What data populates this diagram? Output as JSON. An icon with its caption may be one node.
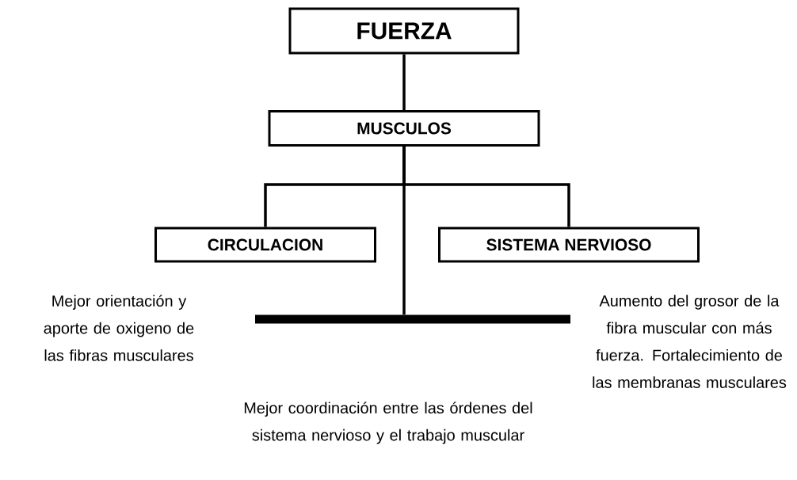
{
  "diagram": {
    "nodes": [
      {
        "text": [
          "FUERZA"
        ]
      },
      {
        "text": [
          "MUSCULOS"
        ]
      },
      {
        "text": [
          "CIRCULACION"
        ]
      },
      {
        "text": [
          "SISTEMA NERVIOSO"
        ]
      },
      {
        "text": [],
        "shape": "bar"
      }
    ],
    "edges": [
      {
        "from": 0,
        "to": 1,
        "arrow": "none"
      },
      {
        "from": 1,
        "to": 2,
        "arrow": "none"
      },
      {
        "from": 1,
        "to": 3,
        "arrow": "none"
      },
      {
        "from": 1,
        "to": 4,
        "arrow": "none"
      }
    ],
    "labels": [
      "Mejor orientación y aporte de oxigeno de las fibras musculares",
      "Aumento del grosor de la fibra muscular con más fuerza. Fortalecimiento de las membranas musculares",
      "Mejor coordinación entre las órdenes del sistema nervioso y el trabajo muscular"
    ]
  }
}
